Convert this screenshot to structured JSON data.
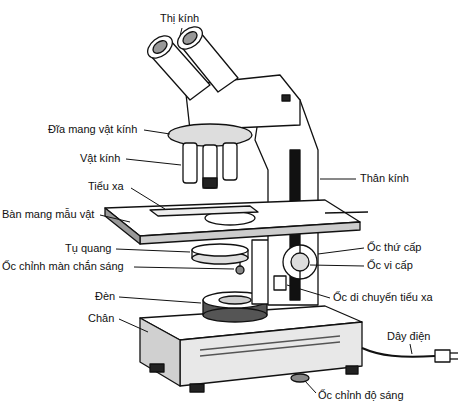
{
  "diagram": {
    "labels": [
      "Thị kính",
      "Đĩa mang vật kính",
      "Vật kính",
      "Tiểu xa",
      "Bàn mang mẫu vật",
      "Tụ quang",
      "Ốc chỉnh màn chắn sáng",
      "Đèn",
      "Chân",
      "Thân kính",
      "Ốc thứ cấp",
      "Ốc vi cấp",
      "Ốc di chuyển tiểu xa",
      "Dây điện",
      "Ốc chỉnh độ sáng"
    ]
  }
}
